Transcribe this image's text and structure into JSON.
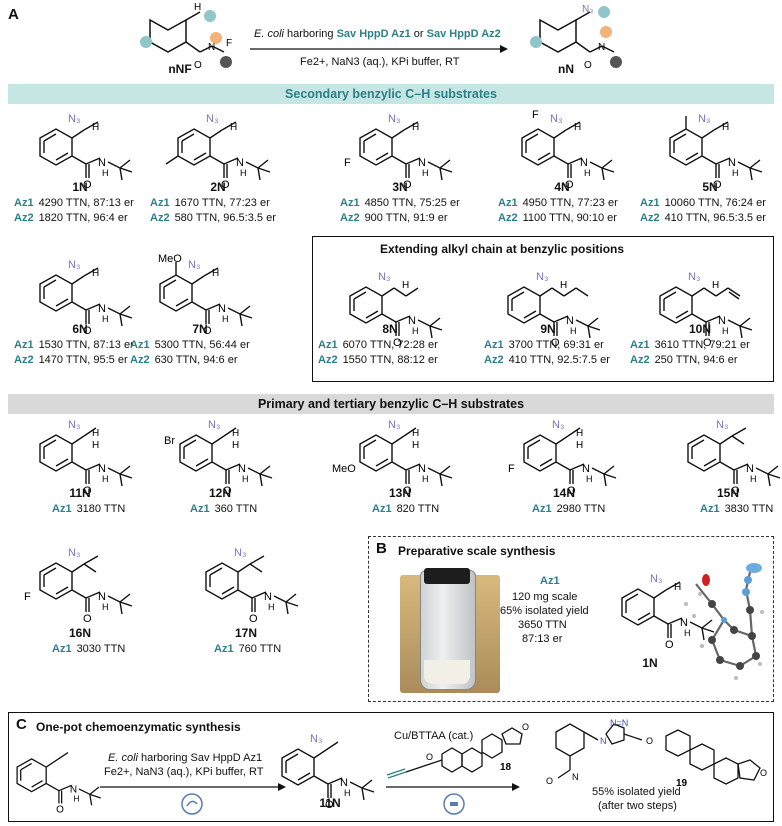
{
  "panels": {
    "a": "A",
    "b": "B",
    "c": "C"
  },
  "colors": {
    "teal": "#2e7f88",
    "azide": "#7b72b9",
    "band_teal": "#c6e6e3",
    "band_grey": "#d9d9d9"
  },
  "top_reaction": {
    "reactant_label": "nNF",
    "product_label": "nN",
    "line1_pre": "E. coli",
    "line1_mid": " harboring ",
    "enzyme1": "Sav HppD Az1",
    "line1_or": " or ",
    "enzyme2": "Sav HppD Az2",
    "line2": "Fe2+, NaN3 (aq.), KPi buffer, RT"
  },
  "sections": {
    "secondary": "Secondary benzylic C–H substrates",
    "extending": "Extending alkyl chain at benzylic positions",
    "primary": "Primary and tertiary benzylic C–H substrates",
    "preparative": "Preparative scale synthesis",
    "onepot": "One-pot chemoenzymatic synthesis"
  },
  "compounds": [
    {
      "id": "1N",
      "az1": "4290 TTN, 87:13 er",
      "az2": "1820 TTN, 96:4 er"
    },
    {
      "id": "2N",
      "az1": "1670 TTN, 77:23 er",
      "az2": "580 TTN, 96.5:3.5 er"
    },
    {
      "id": "3N",
      "az1": "4850 TTN, 75:25 er",
      "az2": "900 TTN, 91:9 er"
    },
    {
      "id": "4N",
      "az1": "4950 TTN, 77:23 er",
      "az2": "1100 TTN, 90:10 er"
    },
    {
      "id": "5N",
      "az1": "10060 TTN, 76:24 er",
      "az2": "410 TTN, 96.5:3.5 er"
    },
    {
      "id": "6N",
      "az1": "1530 TTN, 87:13 er",
      "az2": "1470 TTN, 95:5 er"
    },
    {
      "id": "7N",
      "az1": "5300 TTN, 56:44 er",
      "az2": "630 TTN, 94:6 er"
    },
    {
      "id": "8N",
      "az1": "6070 TTN, 72:28 er",
      "az2": "1550 TTN, 88:12 er"
    },
    {
      "id": "9N",
      "az1": "3700 TTN, 69:31 er",
      "az2": "410 TTN, 92.5:7.5 er"
    },
    {
      "id": "10N",
      "az1": "3610 TTN, 79:21 er",
      "az2": "250 TTN, 94:6 er"
    },
    {
      "id": "11N",
      "az1": "3180 TTN"
    },
    {
      "id": "12N",
      "az1": "360 TTN"
    },
    {
      "id": "13N",
      "az1": "820 TTN"
    },
    {
      "id": "14N",
      "az1": "2980 TTN"
    },
    {
      "id": "15N",
      "az1": "3830 TTN"
    },
    {
      "id": "16N",
      "az1": "3030 TTN"
    },
    {
      "id": "17N",
      "az1": "760 TTN"
    }
  ],
  "az_labels": {
    "az1": "Az1",
    "az2": "Az2"
  },
  "substituents": {
    "br": "Br",
    "meo": "MeO",
    "meo_ring": "MeO",
    "f": "F",
    "n3": "N3",
    "h": "H",
    "n": "N",
    "o": "O"
  },
  "preparative": {
    "enzyme": "Az1",
    "scale": "120 mg scale",
    "yield": "65% isolated yield",
    "ttn": "3650 TTN",
    "er": "87:13 er",
    "product": "1N"
  },
  "onepot": {
    "line1_pre": "E. coli",
    "line1_rest": " harboring Sav HppD Az1",
    "line2": "Fe2+, NaN3 (aq.), KPi buffer, RT",
    "intermediate": "11N",
    "catalyst": "Cu/BTTAA (cat.)",
    "alkyne_label": "18",
    "product_label": "19",
    "yield": "55% isolated yield",
    "yield_note": "(after two steps)"
  }
}
